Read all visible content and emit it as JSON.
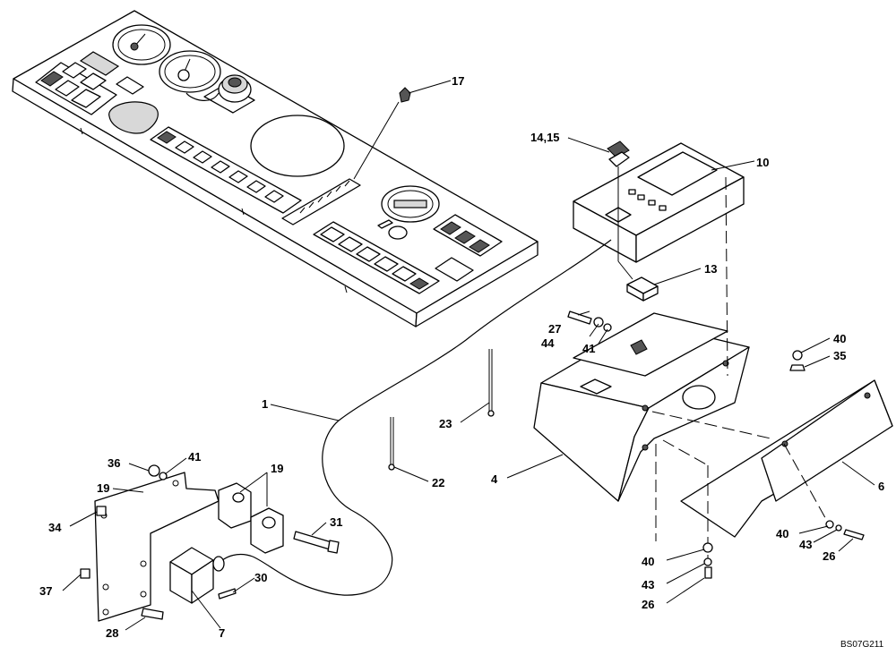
{
  "labels": {
    "l1": "1",
    "l4": "4",
    "l6": "6",
    "l7": "7",
    "l10": "10",
    "l13": "13",
    "l14_15": "14,15",
    "l17": "17",
    "l19a": "19",
    "l19b": "19",
    "l22": "22",
    "l23": "23",
    "l26a": "26",
    "l26b": "26",
    "l27": "27",
    "l28": "28",
    "l30": "30",
    "l31": "31",
    "l34": "34",
    "l35": "35",
    "l36": "36",
    "l37": "37",
    "l40a": "40",
    "l40b": "40",
    "l40c": "40",
    "l41a": "41",
    "l41b": "41",
    "l43a": "43",
    "l43b": "43",
    "l44": "44"
  },
  "drawing_ref": "BS07G211"
}
